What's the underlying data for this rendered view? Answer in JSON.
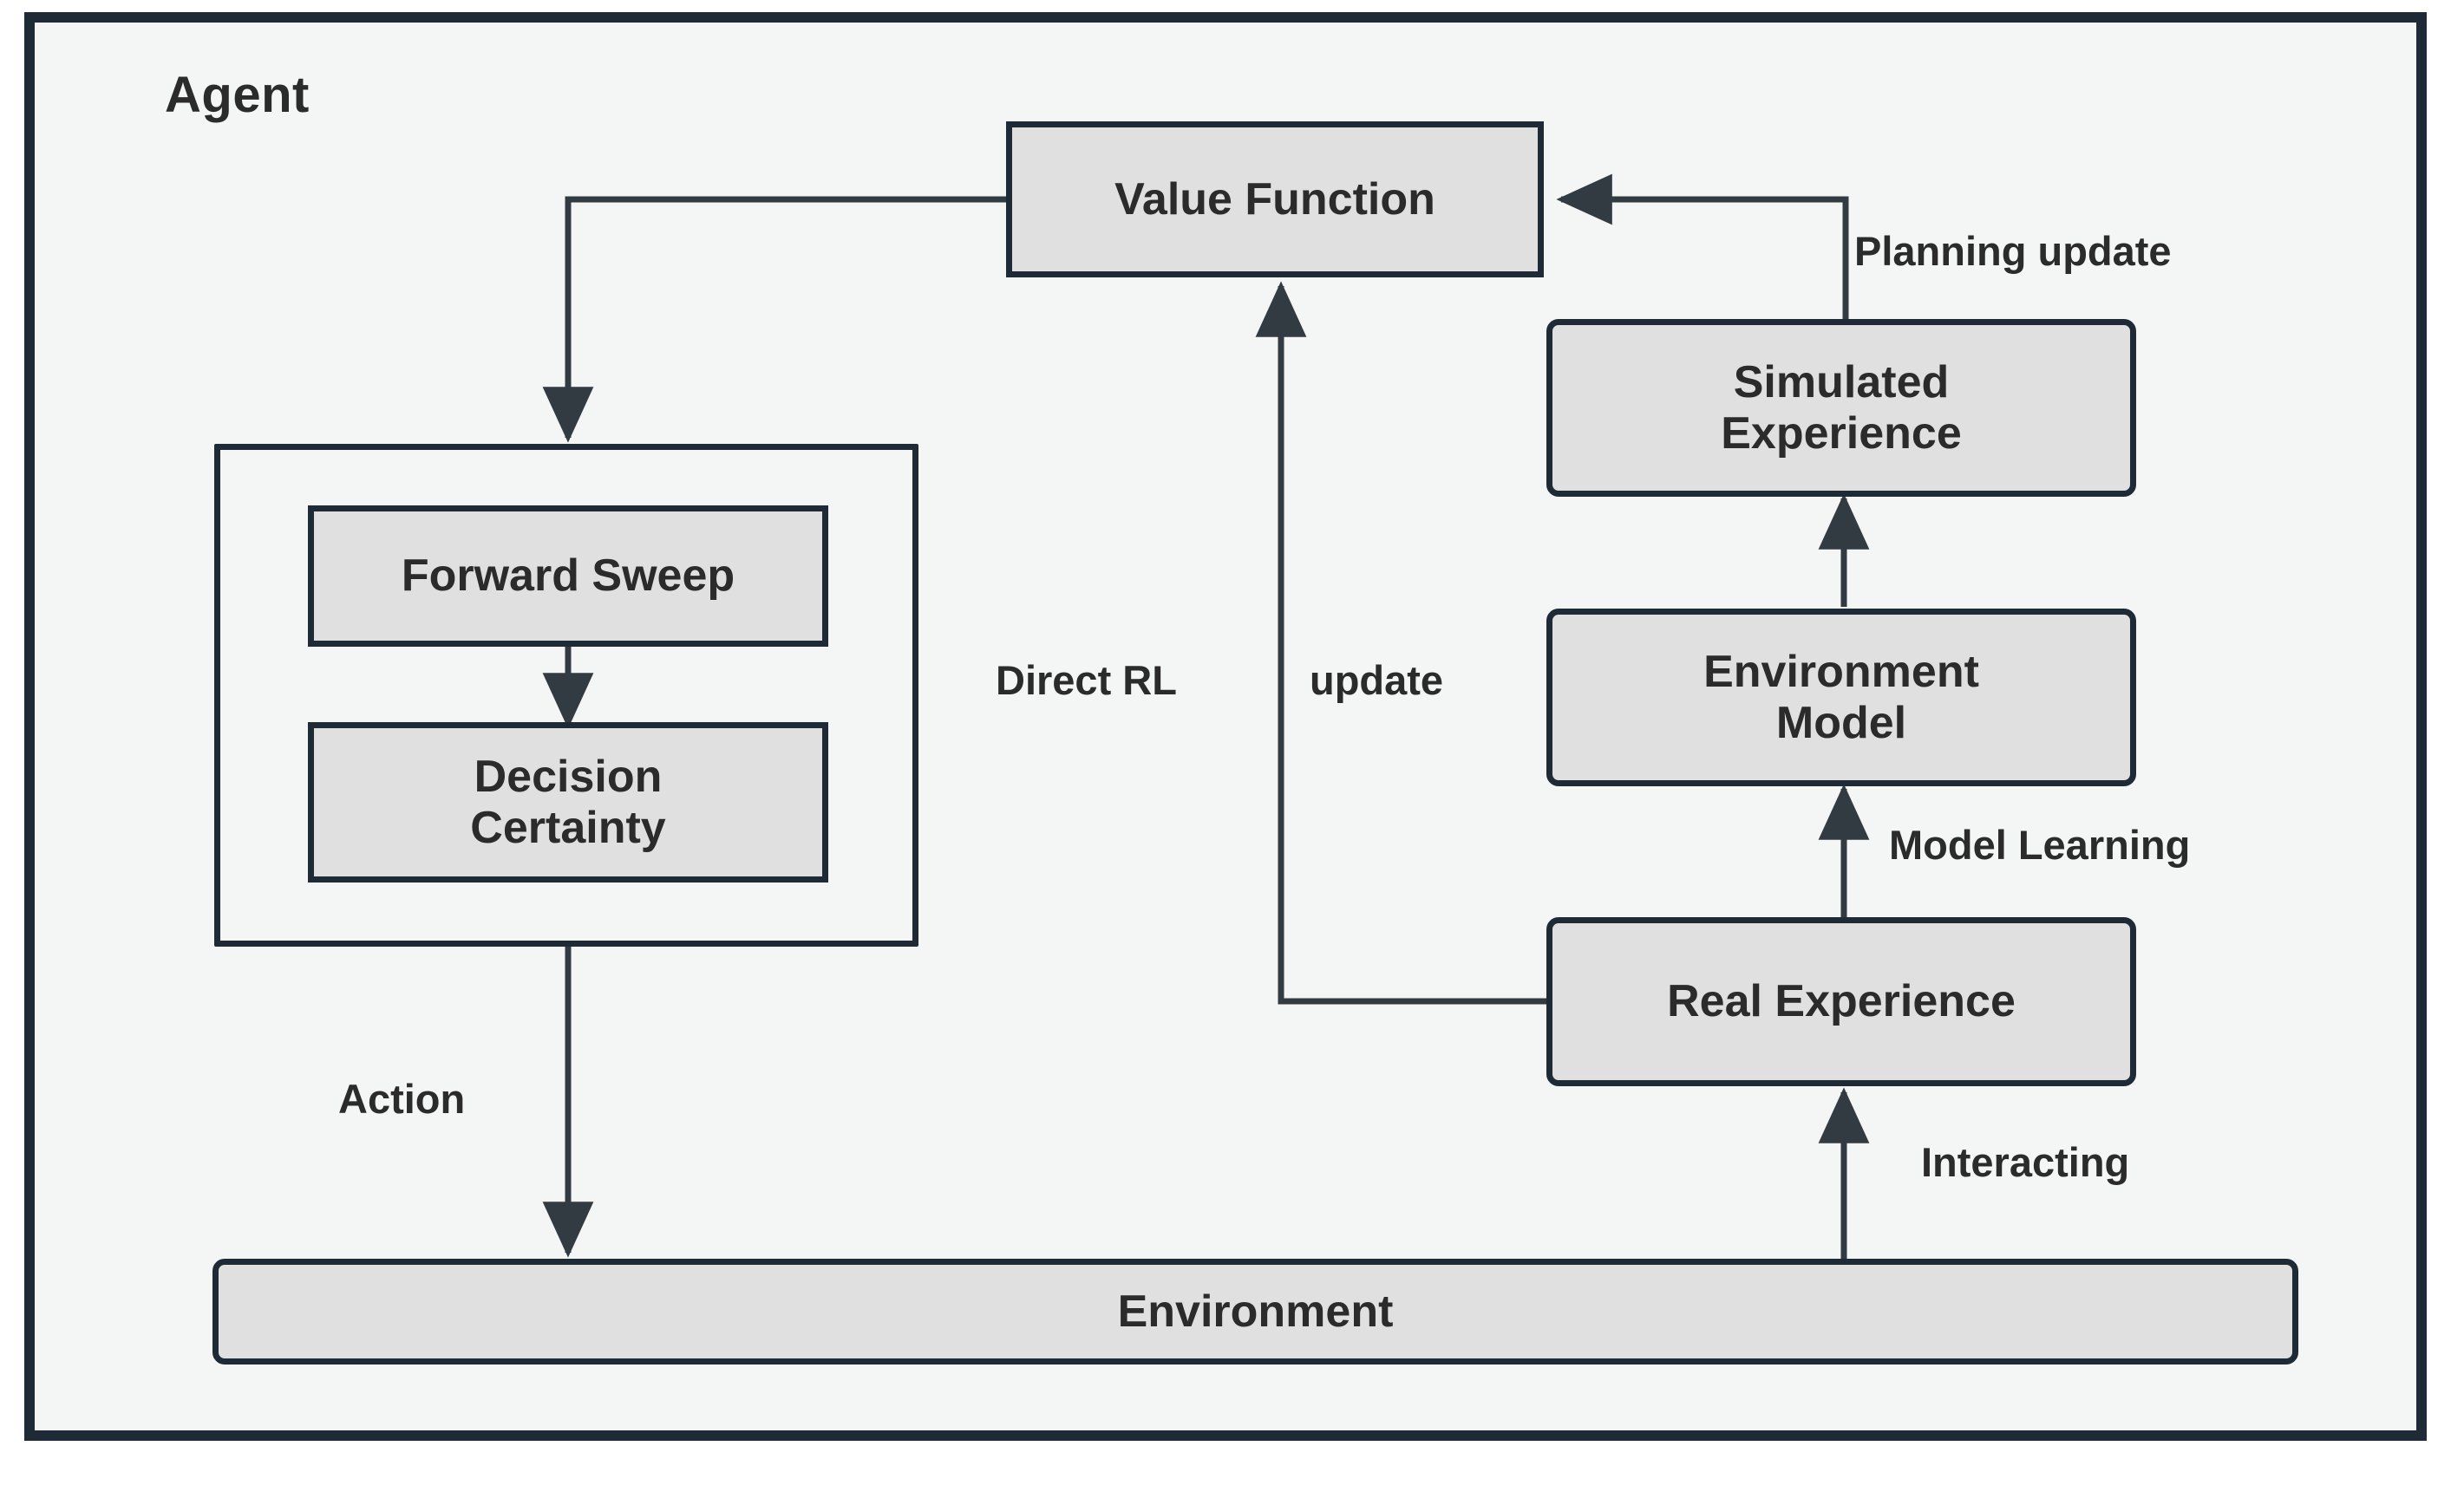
{
  "diagram": {
    "title": "Agent",
    "nodes": {
      "value_function": {
        "label": "Value Function"
      },
      "simulated_experience": {
        "line1": "Simulated",
        "line2": "Experience"
      },
      "environment_model": {
        "line1": "Environment",
        "line2": "Model"
      },
      "real_experience": {
        "label": "Real Experience"
      },
      "forward_sweep": {
        "label": "Forward Sweep"
      },
      "decision_certainty": {
        "line1": "Decision",
        "line2": "Certainty"
      },
      "environment": {
        "label": "Environment"
      }
    },
    "edge_labels": {
      "planning_update": "Planning update",
      "direct_rl_update_left": "Direct RL",
      "direct_rl_update_right": "update",
      "model_learning": "Model Learning",
      "interacting": "Interacting",
      "action": "Action"
    },
    "colors": {
      "frame_border": "#1e2b36",
      "frame_fill": "#f4f5f5",
      "node_fill": "#e0e0e0",
      "node_border": "#1e2b36",
      "text": "#2b2b2b",
      "wire": "#333b42"
    }
  }
}
